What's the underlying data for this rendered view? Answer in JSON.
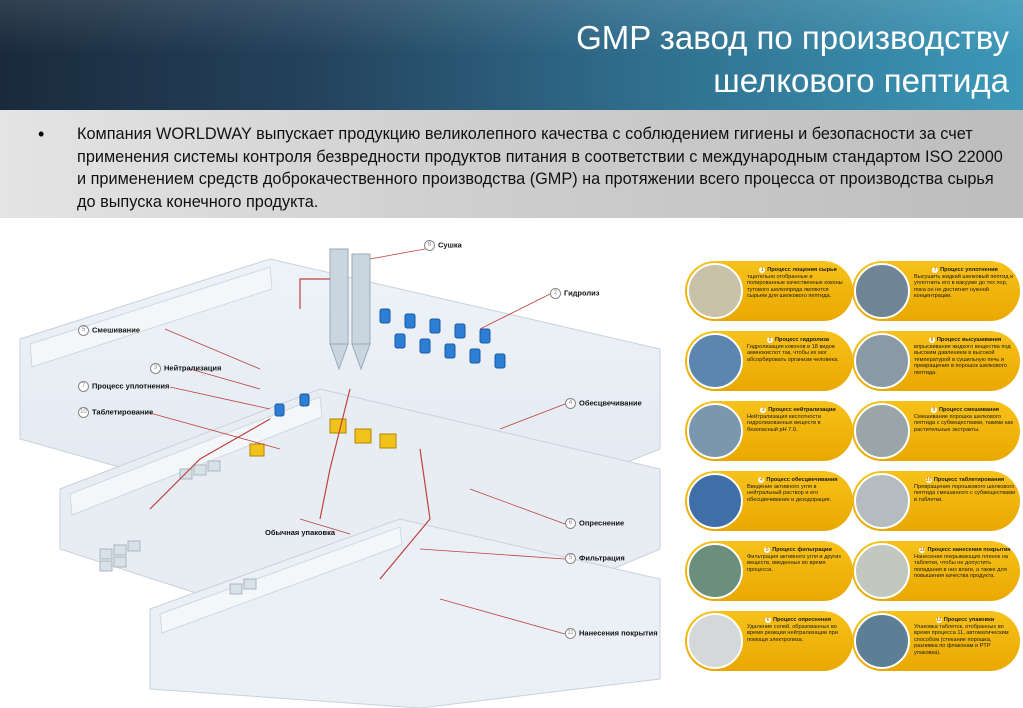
{
  "header": {
    "title_line1": "GMP завод по производству",
    "title_line2": "шелкового пептида"
  },
  "bullet": {
    "marker": "•",
    "text": "Компания WORLDWAY выпускает продукцию великолепного качества с соблюдением гигиены и безопасности за счет применения системы контроля безвредности продуктов питания в соответствии с международным стандартом ISO 22000 и применением средств доброкачественного производства (GMP) на протяжении всего процесса от производства сырья до выпуска конечного продукта."
  },
  "plant_labels": [
    {
      "num": "8",
      "text": "Сушка"
    },
    {
      "num": "2",
      "text": "Гидролиз"
    },
    {
      "num": "5",
      "text": "Смешивание"
    },
    {
      "num": "3",
      "text": "Нейтрализация"
    },
    {
      "num": "7",
      "text": "Процесс уплотнения"
    },
    {
      "num": "10",
      "text": "Таблетирование"
    },
    {
      "num": "4",
      "text": "Обесцвечивание"
    },
    {
      "num": "6",
      "text": "Опреснение"
    },
    {
      "num": "",
      "text": "Обычная упаковка"
    },
    {
      "num": "5",
      "text": "Фильтрация"
    },
    {
      "num": "11",
      "text": "Нанесения покрытия"
    }
  ],
  "steps": [
    {
      "num": "1",
      "title": "Процесс лощения сырья",
      "body": "тщательно отобранные и полированные качественные коконы тутового шелкопряда являются сырьем для шелкового пептида."
    },
    {
      "num": "7",
      "title": "Процесс уплотнения",
      "body": "Высушить жидкий шелковый пептид и уплотнить его в вакууме до тех пор, пока он не достигнет нужной концентрации."
    },
    {
      "num": "2",
      "title": "Процесс гидролиза",
      "body": "Гидролизация коконов в 18 видов аминокислот так, чтобы их мог абсорбировать организм человека."
    },
    {
      "num": "8",
      "title": "Процесс высушивания",
      "body": "впрыскивание жидкого вещества под высоким давлением в высокой температурой в сушильную печь и превращение в порошок шелкового пептида."
    },
    {
      "num": "3",
      "title": "Процесс нейтрализации",
      "body": "Нейтрализация кислотности гидролизованных веществ в безопасный pH 7.0."
    },
    {
      "num": "9",
      "title": "Процесс смешивания",
      "body": "Смешивание порошка шелкового пептида с субвеществами, такими как растительные экстракты."
    },
    {
      "num": "4",
      "title": "Процесс обесцвечивания",
      "body": "Введение активного угля в нейтральный раствор и его обесцвечивание и дезодорация."
    },
    {
      "num": "10",
      "title": "Процесс таблетирования",
      "body": "Превращение порошкового шелкового пептида смешанного с субвеществами в таблетки."
    },
    {
      "num": "5",
      "title": "Процесс фильтрации",
      "body": "Фильтрация активного угля и других веществ, введенных во время процесса."
    },
    {
      "num": "11",
      "title": "Процесс нанесения покрытия",
      "body": "Нанесение покрывающих пленок на таблетки, чтобы не допустить попадания в них влаги, а также для повышения качества продукта."
    },
    {
      "num": "6",
      "title": "Процесс опреснения",
      "body": "Удаление солей, образованных во время реакции нейтрализации при помощи электролиза."
    },
    {
      "num": "12",
      "title": "Процесс упаковки",
      "body": "Упаковка таблеток, отобранных во время процесса 11, автоматическим способом (стекание порошка, разливка по флаконам и PTP упаковка)."
    }
  ],
  "colors": {
    "accent_yellow": "#f2b600",
    "header_dark": "#1a2a3c",
    "header_light": "#3c98b8"
  }
}
